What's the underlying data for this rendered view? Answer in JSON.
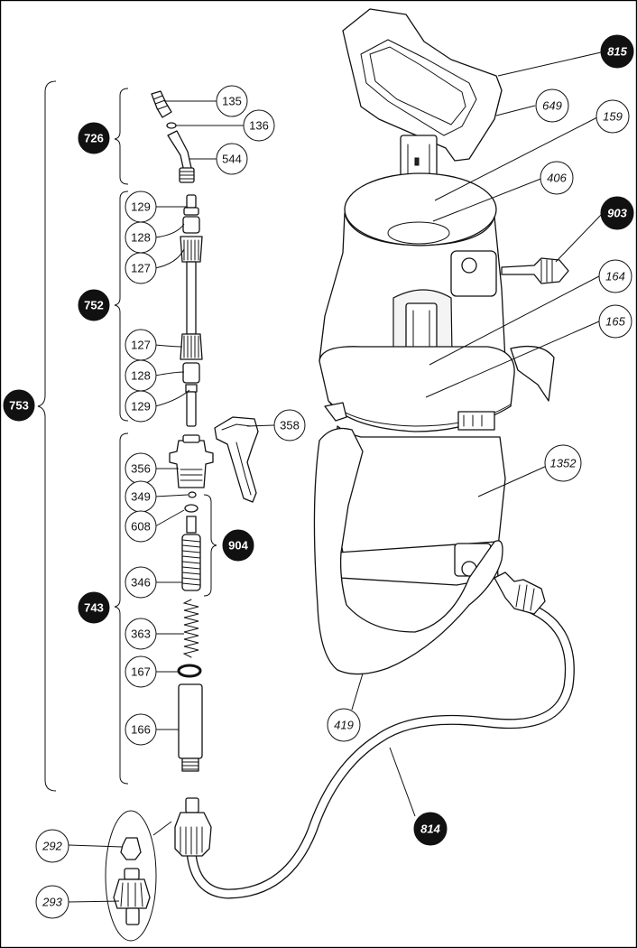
{
  "diagram": {
    "main_label": "815",
    "labels": {
      "l815": "815",
      "l649": "649",
      "l159": "159",
      "l406": "406",
      "l903": "903",
      "l164": "164",
      "l165": "165",
      "l1352": "1352",
      "l419": "419",
      "l814": "814",
      "l292": "292",
      "l293": "293",
      "l726": "726",
      "l135": "135",
      "l136": "136",
      "l544": "544",
      "l752": "752",
      "l129a": "129",
      "l128a": "128",
      "l127a": "127",
      "l127b": "127",
      "l128b": "128",
      "l129b": "129",
      "l753": "753",
      "l743": "743",
      "l358": "358",
      "l356": "356",
      "l349": "349",
      "l608": "608",
      "l904": "904",
      "l346": "346",
      "l363": "363",
      "l167": "167",
      "l166": "166"
    }
  }
}
